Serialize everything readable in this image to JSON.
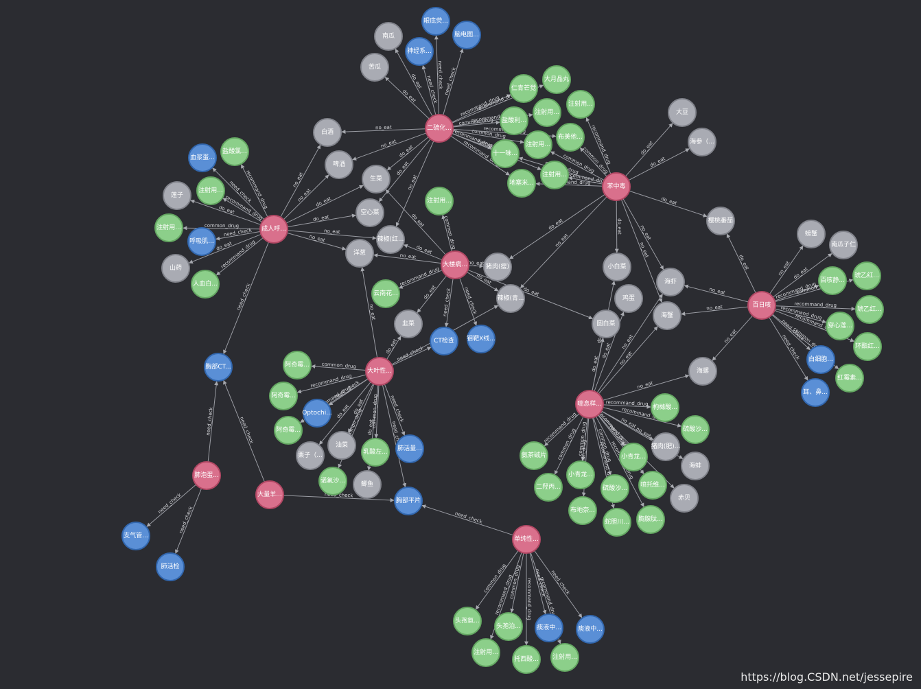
{
  "colors": {
    "disease": "#d9708c",
    "drug": "#8ccf8a",
    "food": "#a9abb3",
    "check": "#5a8fd6",
    "edge": "#9a9ca3",
    "background": "#2b2c31"
  },
  "watermark": "https://blog.CSDN.net/jessepire",
  "nodes": [
    {
      "id": "ercai",
      "label": "二硫化...",
      "type": "disease"
    },
    {
      "id": "chengren",
      "label": "成人呼...",
      "type": "disease"
    },
    {
      "id": "benzd",
      "label": "苯中毒",
      "type": "disease"
    },
    {
      "id": "daleg",
      "label": "大楼病...",
      "type": "disease"
    },
    {
      "id": "dayex",
      "label": "大叶性...",
      "type": "disease"
    },
    {
      "id": "bairi",
      "label": "百日咳",
      "type": "disease"
    },
    {
      "id": "xiaochuan",
      "label": "喘息样...",
      "type": "disease"
    },
    {
      "id": "feipao",
      "label": "肺泡蛋...",
      "type": "disease"
    },
    {
      "id": "daliang",
      "label": "大量羊...",
      "type": "disease"
    },
    {
      "id": "danchun",
      "label": "单纯性...",
      "type": "disease"
    },
    {
      "id": "nangua",
      "label": "南瓜",
      "type": "food"
    },
    {
      "id": "kugua",
      "label": "苦瓜",
      "type": "food"
    },
    {
      "id": "baijiu",
      "label": "白酒",
      "type": "food"
    },
    {
      "id": "pijiu",
      "label": "啤酒",
      "type": "food"
    },
    {
      "id": "shengcai",
      "label": "生菜",
      "type": "food"
    },
    {
      "id": "kongxin",
      "label": "空心菜",
      "type": "food"
    },
    {
      "id": "lajiao",
      "label": "辣椒(红...",
      "type": "food"
    },
    {
      "id": "yangcong",
      "label": "洋葱",
      "type": "food"
    },
    {
      "id": "lianzi",
      "label": "莲子",
      "type": "food"
    },
    {
      "id": "shanyao",
      "label": "山药",
      "type": "food"
    },
    {
      "id": "zhurou",
      "label": "猪肉(瘦)",
      "type": "food"
    },
    {
      "id": "lajiaoq",
      "label": "辣椒(青...",
      "type": "food"
    },
    {
      "id": "xiaobai",
      "label": "小白菜",
      "type": "food"
    },
    {
      "id": "jidan",
      "label": "鸡蛋",
      "type": "food"
    },
    {
      "id": "yuanbai",
      "label": "圆白菜",
      "type": "food"
    },
    {
      "id": "jiucai",
      "label": "韭菜",
      "type": "food"
    },
    {
      "id": "dadou",
      "label": "大豆",
      "type": "food"
    },
    {
      "id": "haishen",
      "label": "海参（...",
      "type": "food"
    },
    {
      "id": "yingtao",
      "label": "樱桃番茄",
      "type": "food"
    },
    {
      "id": "haixia",
      "label": "海虾",
      "type": "food"
    },
    {
      "id": "haixie",
      "label": "海蟹",
      "type": "food"
    },
    {
      "id": "pangxie",
      "label": "螃蟹",
      "type": "food"
    },
    {
      "id": "nanguazi",
      "label": "南瓜子仁",
      "type": "food"
    },
    {
      "id": "hailuo",
      "label": "海螺",
      "type": "food"
    },
    {
      "id": "zhuroufei",
      "label": "猪肉(肥)...",
      "type": "food"
    },
    {
      "id": "haibang",
      "label": "海蚌",
      "type": "food"
    },
    {
      "id": "chibei",
      "label": "赤贝",
      "type": "food"
    },
    {
      "id": "lizi",
      "label": "栗子（...",
      "type": "food"
    },
    {
      "id": "youcai",
      "label": "油菜",
      "type": "food"
    },
    {
      "id": "jiyu",
      "label": "鲫鱼",
      "type": "food"
    },
    {
      "id": "yandi",
      "label": "眼底荧...",
      "type": "check"
    },
    {
      "id": "naodian",
      "label": "脑电图...",
      "type": "check"
    },
    {
      "id": "shenjing",
      "label": "神经系...",
      "type": "check"
    },
    {
      "id": "xuejiang",
      "label": "血浆蛋...",
      "type": "check"
    },
    {
      "id": "huxiji",
      "label": "呼吸肌...",
      "type": "check"
    },
    {
      "id": "xiongbuct",
      "label": "胸部CT...",
      "type": "check"
    },
    {
      "id": "ctjc",
      "label": "CT检查",
      "type": "check"
    },
    {
      "id": "gebaxian",
      "label": "钼靶X线...",
      "type": "check"
    },
    {
      "id": "optochi",
      "label": "Optochi...",
      "type": "check"
    },
    {
      "id": "feihuo",
      "label": "肺活量...",
      "type": "check"
    },
    {
      "id": "xiongbupp",
      "label": "胸部平片",
      "type": "check"
    },
    {
      "id": "zhiqiguan",
      "label": "支气管...",
      "type": "check"
    },
    {
      "id": "feihuojian",
      "label": "肺活检",
      "type": "check"
    },
    {
      "id": "baixibao",
      "label": "白细胞...",
      "type": "check"
    },
    {
      "id": "erbi",
      "label": "耳、鼻...",
      "type": "check"
    },
    {
      "id": "tanye1",
      "label": "痰液中...",
      "type": "check"
    },
    {
      "id": "tanye2",
      "label": "痰液中...",
      "type": "check"
    },
    {
      "id": "renqing",
      "label": "仁青芒觉",
      "type": "drug"
    },
    {
      "id": "dayue",
      "label": "大月晶丸",
      "type": "drug"
    },
    {
      "id": "yansuanli",
      "label": "盐酸利...",
      "type": "drug"
    },
    {
      "id": "zhushe1",
      "label": "注射用...",
      "type": "drug"
    },
    {
      "id": "zhushe2",
      "label": "注射用...",
      "type": "drug"
    },
    {
      "id": "bumei",
      "label": "布美他...",
      "type": "drug"
    },
    {
      "id": "zhushe3",
      "label": "注射用...",
      "type": "drug"
    },
    {
      "id": "shiyiwei",
      "label": "十一味...",
      "type": "drug"
    },
    {
      "id": "disai",
      "label": "地塞米...",
      "type": "drug"
    },
    {
      "id": "zhushe4",
      "label": "注射用...",
      "type": "drug"
    },
    {
      "id": "yansuanlv",
      "label": "盐酸氯...",
      "type": "drug"
    },
    {
      "id": "zhushe5",
      "label": "注射用...",
      "type": "drug"
    },
    {
      "id": "zhushe6",
      "label": "注射用...",
      "type": "drug"
    },
    {
      "id": "renxue",
      "label": "人血白...",
      "type": "drug"
    },
    {
      "id": "zhushe7",
      "label": "注射用...",
      "type": "drug"
    },
    {
      "id": "yunnan",
      "label": "云南花...",
      "type": "drug"
    },
    {
      "id": "aqimei1",
      "label": "阿奇霉...",
      "type": "drug"
    },
    {
      "id": "aqimei2",
      "label": "阿奇霉...",
      "type": "drug"
    },
    {
      "id": "aqimei3",
      "label": "阿奇霉...",
      "type": "drug"
    },
    {
      "id": "rusuan",
      "label": "乳酸左...",
      "type": "drug"
    },
    {
      "id": "nuofu",
      "label": "诺氟沙...",
      "type": "drug"
    },
    {
      "id": "baike",
      "label": "百咳静...",
      "type": "drug"
    },
    {
      "id": "jiayi1",
      "label": "琥乙红...",
      "type": "drug"
    },
    {
      "id": "jiayi2",
      "label": "琥乙红...",
      "type": "drug"
    },
    {
      "id": "chuanxin",
      "label": "穿心莲...",
      "type": "drug"
    },
    {
      "id": "huanzhi",
      "label": "环酯红...",
      "type": "drug"
    },
    {
      "id": "hongmei",
      "label": "红霉素...",
      "type": "drug"
    },
    {
      "id": "juxuan",
      "label": "枸橼酸...",
      "type": "drug"
    },
    {
      "id": "liusuan1",
      "label": "硫酸沙...",
      "type": "drug"
    },
    {
      "id": "anchajian",
      "label": "氨茶碱片",
      "type": "drug"
    },
    {
      "id": "xiaoqing1",
      "label": "小青龙...",
      "type": "drug"
    },
    {
      "id": "xiaoqing2",
      "label": "小青龙...",
      "type": "drug"
    },
    {
      "id": "erqing",
      "label": "二羟丙...",
      "type": "drug"
    },
    {
      "id": "liusuan2",
      "label": "硫酸沙...",
      "type": "drug"
    },
    {
      "id": "pentuo",
      "label": "喷托维...",
      "type": "drug"
    },
    {
      "id": "budi",
      "label": "布地奈...",
      "type": "drug"
    },
    {
      "id": "shedan",
      "label": "蛇胆川...",
      "type": "drug"
    },
    {
      "id": "xiongxian",
      "label": "胸腺肽...",
      "type": "drug"
    },
    {
      "id": "toubao1",
      "label": "头孢氨...",
      "type": "drug"
    },
    {
      "id": "toubao2",
      "label": "头孢泊...",
      "type": "drug"
    },
    {
      "id": "zhushe8",
      "label": "注射用...",
      "type": "drug"
    },
    {
      "id": "tuoxi",
      "label": "托西酸...",
      "type": "drug"
    },
    {
      "id": "zhushe9",
      "label": "注射用...",
      "type": "drug"
    }
  ],
  "edges": [
    {
      "s": "ercai",
      "t": "nangua",
      "label": "do_eat"
    },
    {
      "s": "ercai",
      "t": "kugua",
      "label": "do_eat"
    },
    {
      "s": "ercai",
      "t": "baijiu",
      "label": "no_eat"
    },
    {
      "s": "ercai",
      "t": "pijiu",
      "label": "no_eat"
    },
    {
      "s": "ercai",
      "t": "shengcai",
      "label": "do_eat"
    },
    {
      "s": "ercai",
      "t": "kongxin",
      "label": "do_eat"
    },
    {
      "s": "ercai",
      "t": "lajiao",
      "label": "no_eat"
    },
    {
      "s": "ercai",
      "t": "yandi",
      "label": "need_check"
    },
    {
      "s": "ercai",
      "t": "naodian",
      "label": "need_check"
    },
    {
      "s": "ercai",
      "t": "shenjing",
      "label": "need_check"
    },
    {
      "s": "ercai",
      "t": "renqing",
      "label": "recommand_drug"
    },
    {
      "s": "ercai",
      "t": "dayue",
      "label": "recommand_drug"
    },
    {
      "s": "ercai",
      "t": "yansuanli",
      "label": "common_drug"
    },
    {
      "s": "ercai",
      "t": "zhushe1",
      "label": "recommand_drug"
    },
    {
      "s": "ercai",
      "t": "zhushe3",
      "label": "common_drug"
    },
    {
      "s": "ercai",
      "t": "bumei",
      "label": "recommand_drug"
    },
    {
      "s": "ercai",
      "t": "shiyiwei",
      "label": "recommand_drug"
    },
    {
      "s": "ercai",
      "t": "disai",
      "label": "recommand_drug"
    },
    {
      "s": "ercai",
      "t": "zhushe4",
      "label": "recommand_drug"
    },
    {
      "s": "benzd",
      "t": "zhushe2",
      "label": "recommand_drug"
    },
    {
      "s": "benzd",
      "t": "bumei",
      "label": "common_drug"
    },
    {
      "s": "benzd",
      "t": "zhushe3",
      "label": "common_drug"
    },
    {
      "s": "benzd",
      "t": "zhushe4",
      "label": "recommand_drug"
    },
    {
      "s": "benzd",
      "t": "shiyiwei",
      "label": "common_drug"
    },
    {
      "s": "benzd",
      "t": "disai",
      "label": "recommand_drug"
    },
    {
      "s": "benzd",
      "t": "dadou",
      "label": "do_eat"
    },
    {
      "s": "benzd",
      "t": "haishen",
      "label": "do_eat"
    },
    {
      "s": "benzd",
      "t": "yingtao",
      "label": "do_eat"
    },
    {
      "s": "benzd",
      "t": "zhurou",
      "label": "do_eat"
    },
    {
      "s": "benzd",
      "t": "lajiaoq",
      "label": "no_eat"
    },
    {
      "s": "benzd",
      "t": "xiaobai",
      "label": "do_eat"
    },
    {
      "s": "benzd",
      "t": "haixia",
      "label": "no_eat"
    },
    {
      "s": "benzd",
      "t": "haixie",
      "label": "no_eat"
    },
    {
      "s": "chengren",
      "t": "baijiu",
      "label": "no_eat"
    },
    {
      "s": "chengren",
      "t": "pijiu",
      "label": "no_eat"
    },
    {
      "s": "chengren",
      "t": "shengcai",
      "label": "do_eat"
    },
    {
      "s": "chengren",
      "t": "kongxin",
      "label": "do_eat"
    },
    {
      "s": "chengren",
      "t": "lajiao",
      "label": "no_eat"
    },
    {
      "s": "chengren",
      "t": "yangcong",
      "label": "no_eat"
    },
    {
      "s": "chengren",
      "t": "xuejiang",
      "label": "need_check"
    },
    {
      "s": "chengren",
      "t": "yansuanlv",
      "label": "recommand_drug"
    },
    {
      "s": "chengren",
      "t": "zhushe5",
      "label": "recommand_drug"
    },
    {
      "s": "chengren",
      "t": "lianzi",
      "label": "do_eat"
    },
    {
      "s": "chengren",
      "t": "zhushe6",
      "label": "common_drug"
    },
    {
      "s": "chengren",
      "t": "huxiji",
      "label": "need_check"
    },
    {
      "s": "chengren",
      "t": "shanyao",
      "label": "do_eat"
    },
    {
      "s": "chengren",
      "t": "renxue",
      "label": "recommand_drug"
    },
    {
      "s": "chengren",
      "t": "xiongbuct",
      "label": "need_check"
    },
    {
      "s": "daleg",
      "t": "zhushe7",
      "label": "common_drug"
    },
    {
      "s": "daleg",
      "t": "lajiao",
      "label": "do_eat"
    },
    {
      "s": "daleg",
      "t": "yangcong",
      "label": "no_eat"
    },
    {
      "s": "daleg",
      "t": "shengcai",
      "label": "do_eat"
    },
    {
      "s": "daleg",
      "t": "yunnan",
      "label": "recommand_drug"
    },
    {
      "s": "daleg",
      "t": "zhurou",
      "label": "no_eat"
    },
    {
      "s": "daleg",
      "t": "lajiaoq",
      "label": "no_eat"
    },
    {
      "s": "daleg",
      "t": "jiucai",
      "label": "do_eat"
    },
    {
      "s": "daleg",
      "t": "ctjc",
      "label": "need_check"
    },
    {
      "s": "daleg",
      "t": "gebaxian",
      "label": "need_check"
    },
    {
      "s": "daleg",
      "t": "yuanbai",
      "label": "do_eat"
    },
    {
      "s": "dayex",
      "t": "aqimei1",
      "label": "common_drug"
    },
    {
      "s": "dayex",
      "t": "aqimei2",
      "label": "recommand_drug"
    },
    {
      "s": "dayex",
      "t": "aqimei3",
      "label": "recommand_drug"
    },
    {
      "s": "dayex",
      "t": "optochi",
      "label": "need_check"
    },
    {
      "s": "dayex",
      "t": "lizi",
      "label": "do_eat"
    },
    {
      "s": "dayex",
      "t": "youcai",
      "label": "do_eat"
    },
    {
      "s": "dayex",
      "t": "nuofu",
      "label": "common_drug"
    },
    {
      "s": "dayex",
      "t": "jiyu",
      "label": "do_eat"
    },
    {
      "s": "dayex",
      "t": "rusuan",
      "label": "common_drug"
    },
    {
      "s": "dayex",
      "t": "feihuo",
      "label": "need_check"
    },
    {
      "s": "dayex",
      "t": "xiongbupp",
      "label": "need_check"
    },
    {
      "s": "dayex",
      "t": "yangcong",
      "label": "no_eat"
    },
    {
      "s": "dayex",
      "t": "jiucai",
      "label": "do_eat"
    },
    {
      "s": "dayex",
      "t": "ctjc",
      "label": "need_check"
    },
    {
      "s": "dayex",
      "t": "lajiaoq",
      "label": "no_eat"
    },
    {
      "s": "bairi",
      "t": "pangxie",
      "label": "no_eat"
    },
    {
      "s": "bairi",
      "t": "nanguazi",
      "label": "do_eat"
    },
    {
      "s": "bairi",
      "t": "baike",
      "label": "recommand_drug"
    },
    {
      "s": "bairi",
      "t": "jiayi1",
      "label": "common_drug"
    },
    {
      "s": "bairi",
      "t": "jiayi2",
      "label": "recommand_drug"
    },
    {
      "s": "bairi",
      "t": "chuanxin",
      "label": "recommand_drug"
    },
    {
      "s": "bairi",
      "t": "huanzhi",
      "label": "recommand_drug"
    },
    {
      "s": "bairi",
      "t": "hongmei",
      "label": "common_drug"
    },
    {
      "s": "bairi",
      "t": "baixibao",
      "label": "need_check"
    },
    {
      "s": "bairi",
      "t": "erbi",
      "label": "need_check"
    },
    {
      "s": "bairi",
      "t": "hailuo",
      "label": "no_eat"
    },
    {
      "s": "bairi",
      "t": "haixia",
      "label": "no_eat"
    },
    {
      "s": "bairi",
      "t": "haixie",
      "label": "no_eat"
    },
    {
      "s": "bairi",
      "t": "yingtao",
      "label": "do_eat"
    },
    {
      "s": "xiaochuan",
      "t": "hailuo",
      "label": "no_eat"
    },
    {
      "s": "xiaochuan",
      "t": "juxuan",
      "label": "recommand_drug"
    },
    {
      "s": "xiaochuan",
      "t": "liusuan1",
      "label": "recommand_drug"
    },
    {
      "s": "xiaochuan",
      "t": "zhuroufei",
      "label": "no_eat"
    },
    {
      "s": "xiaochuan",
      "t": "haibang",
      "label": "no_eat"
    },
    {
      "s": "xiaochuan",
      "t": "chibei",
      "label": "no_eat"
    },
    {
      "s": "xiaochuan",
      "t": "anchajian",
      "label": "recommand_drug"
    },
    {
      "s": "xiaochuan",
      "t": "xiaoqing1",
      "label": "recommand_drug"
    },
    {
      "s": "xiaochuan",
      "t": "xiaoqing2",
      "label": "common_drug"
    },
    {
      "s": "xiaochuan",
      "t": "erqing",
      "label": "common_drug"
    },
    {
      "s": "xiaochuan",
      "t": "liusuan2",
      "label": "common_drug"
    },
    {
      "s": "xiaochuan",
      "t": "pentuo",
      "label": "recommand_drug"
    },
    {
      "s": "xiaochuan",
      "t": "budi",
      "label": "common_drug"
    },
    {
      "s": "xiaochuan",
      "t": "shedan",
      "label": "recommand_drug"
    },
    {
      "s": "xiaochuan",
      "t": "xiongxian",
      "label": "recommand_drug"
    },
    {
      "s": "xiaochuan",
      "t": "yuanbai",
      "label": "do_eat"
    },
    {
      "s": "xiaochuan",
      "t": "jidan",
      "label": "do_eat"
    },
    {
      "s": "xiaochuan",
      "t": "xiaobai",
      "label": "do_eat"
    },
    {
      "s": "xiaochuan",
      "t": "haixie",
      "label": "no_eat"
    },
    {
      "s": "xiaochuan",
      "t": "haixia",
      "label": "no_eat"
    },
    {
      "s": "feipao",
      "t": "xiongbuct",
      "label": "need_check"
    },
    {
      "s": "feipao",
      "t": "zhiqiguan",
      "label": "need_check"
    },
    {
      "s": "feipao",
      "t": "feihuojian",
      "label": "need_check"
    },
    {
      "s": "daliang",
      "t": "xiongbuct",
      "label": "need_check"
    },
    {
      "s": "daliang",
      "t": "xiongbupp",
      "label": "need_check"
    },
    {
      "s": "danchun",
      "t": "xiongbupp",
      "label": "need_check"
    },
    {
      "s": "danchun",
      "t": "toubao1",
      "label": "common_drug"
    },
    {
      "s": "danchun",
      "t": "toubao2",
      "label": "common_drug"
    },
    {
      "s": "danchun",
      "t": "zhushe8",
      "label": "recommand_drug"
    },
    {
      "s": "danchun",
      "t": "tuoxi",
      "label": "recommand_drug"
    },
    {
      "s": "danchun",
      "t": "zhushe9",
      "label": "recommand_drug"
    },
    {
      "s": "danchun",
      "t": "tanye1",
      "label": "need_check"
    },
    {
      "s": "danchun",
      "t": "tanye2",
      "label": "need_check"
    }
  ]
}
